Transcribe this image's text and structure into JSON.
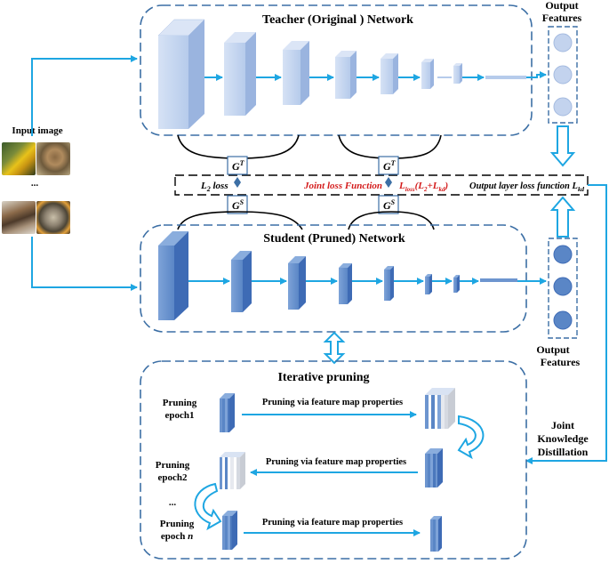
{
  "teacher": {
    "title": "Teacher (Original ) Network"
  },
  "student": {
    "title": "Student (Pruned) Network"
  },
  "input": {
    "label": "Input image",
    "ellipsis": "..."
  },
  "output_top": {
    "line1": "Output",
    "line2": "Features"
  },
  "output_bottom": {
    "line1": "Output",
    "line2": "Features"
  },
  "loss_bar": {
    "l2_loss": "L",
    "l2_sub": "2",
    "l2_suffix": " loss",
    "joint_loss": "Joint loss Function",
    "lloss_main": "L",
    "lloss_sub": "loss",
    "lloss_paren": "(L",
    "lloss_plus": "2",
    "lloss_plusL": "+L",
    "lloss_kd": "kd",
    "lloss_close": ")",
    "output_loss": "Output layer loss function L",
    "output_loss_sub": "kd"
  },
  "gram": {
    "gt_main": "G",
    "gt_sup": "T",
    "gs_main": "G",
    "gs_sup": "S"
  },
  "pruning": {
    "title": "Iterative pruning",
    "epoch1_l1": "Pruning",
    "epoch1_l2": "epoch1",
    "epoch2_l1": "Pruning",
    "epoch2_l2": "epoch2",
    "ellipsis": "...",
    "epochn_l1": "Pruning",
    "epochn_l2": "epoch ",
    "epochn_n": "n",
    "arrow_label_1": "Pruning via feature map properties",
    "arrow_label_2": "Pruning via feature map properties",
    "arrow_label_3": "Pruning via feature map properties"
  },
  "joint_kd": {
    "line1": "Joint",
    "line2": "Knowledge",
    "line3": "Distillation"
  },
  "colors": {
    "arrow": "#1ea6e2",
    "dashed_border": "#3c6fa5",
    "teacher_front": "#c3d3ee",
    "teacher_side": "#93b0de",
    "student_front": "#6d95cf",
    "student_side": "#3e6bb5",
    "red_text": "#d41c1c"
  },
  "icons": [
    "bird-icon",
    "eagle-icon",
    "sparrow-icon",
    "koala-icon"
  ]
}
